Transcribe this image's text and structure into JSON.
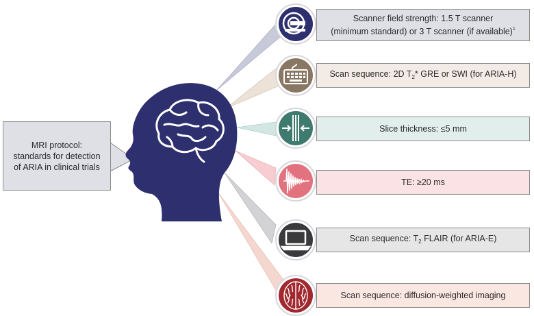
{
  "intro_text_line1": "MRI protocol:",
  "intro_text_line2": "standards for detection",
  "intro_text_line3": "of ARIA in clinical trials",
  "items": [
    {
      "icon": "mri-scanner-icon",
      "circle_color": "#2d2f6e",
      "box_color": "#dfe0e6",
      "line1_pre": "Scanner field strength: 1.5 T scanner",
      "line2_pre": "(minimum standard) or 3 T scanner (if available)",
      "footnote": "1"
    },
    {
      "icon": "keyboard-icon",
      "circle_color": "#8a7763",
      "box_color": "#f3ece6",
      "text_pre": "Scan sequence: 2D T",
      "text_sub": "2",
      "text_post": "* GRE or SWI (for ARIA-H)"
    },
    {
      "icon": "slice-thickness-icon",
      "circle_color": "#3e7a6e",
      "box_color": "#e1eeec",
      "text": "Slice thickness: ≤5 mm"
    },
    {
      "icon": "signal-decay-icon",
      "circle_color": "#e3727f",
      "box_color": "#fbe3e5",
      "text": "TE: ≥20 ms"
    },
    {
      "icon": "laptop-icon",
      "circle_color": "#3a3a3c",
      "box_color": "#e6e6e6",
      "text_pre": "Scan sequence: T",
      "text_sub": "2",
      "text_post": " FLAIR (for ARIA-E)"
    },
    {
      "icon": "brain-scan-icon",
      "circle_color": "#a0282e",
      "box_color": "#fbe7e1",
      "text": "Scan sequence: diffusion-weighted imaging"
    }
  ],
  "colors": {
    "head": "#2d2f6e",
    "brain_outline": "#ffffff"
  }
}
